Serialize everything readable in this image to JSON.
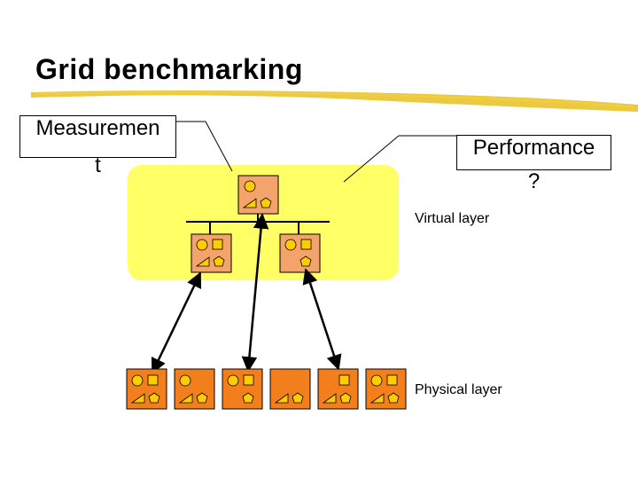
{
  "slide": {
    "title": "Grid benchmarking",
    "callouts": {
      "measurement_line1": "Measuremen",
      "measurement_line2": "t",
      "performance_line1": "Performance",
      "performance_line2": "?"
    },
    "labels": {
      "virtual_layer": "Virtual layer",
      "physical_layer": "Physical layer"
    }
  },
  "colors": {
    "virtual_layer_fill": "#ffff66",
    "virtual_node_fill": "#f4a46a",
    "physical_node_fill": "#f27f1b",
    "shape_fill": "#ffcc00",
    "title_underline": "#e8c020"
  }
}
